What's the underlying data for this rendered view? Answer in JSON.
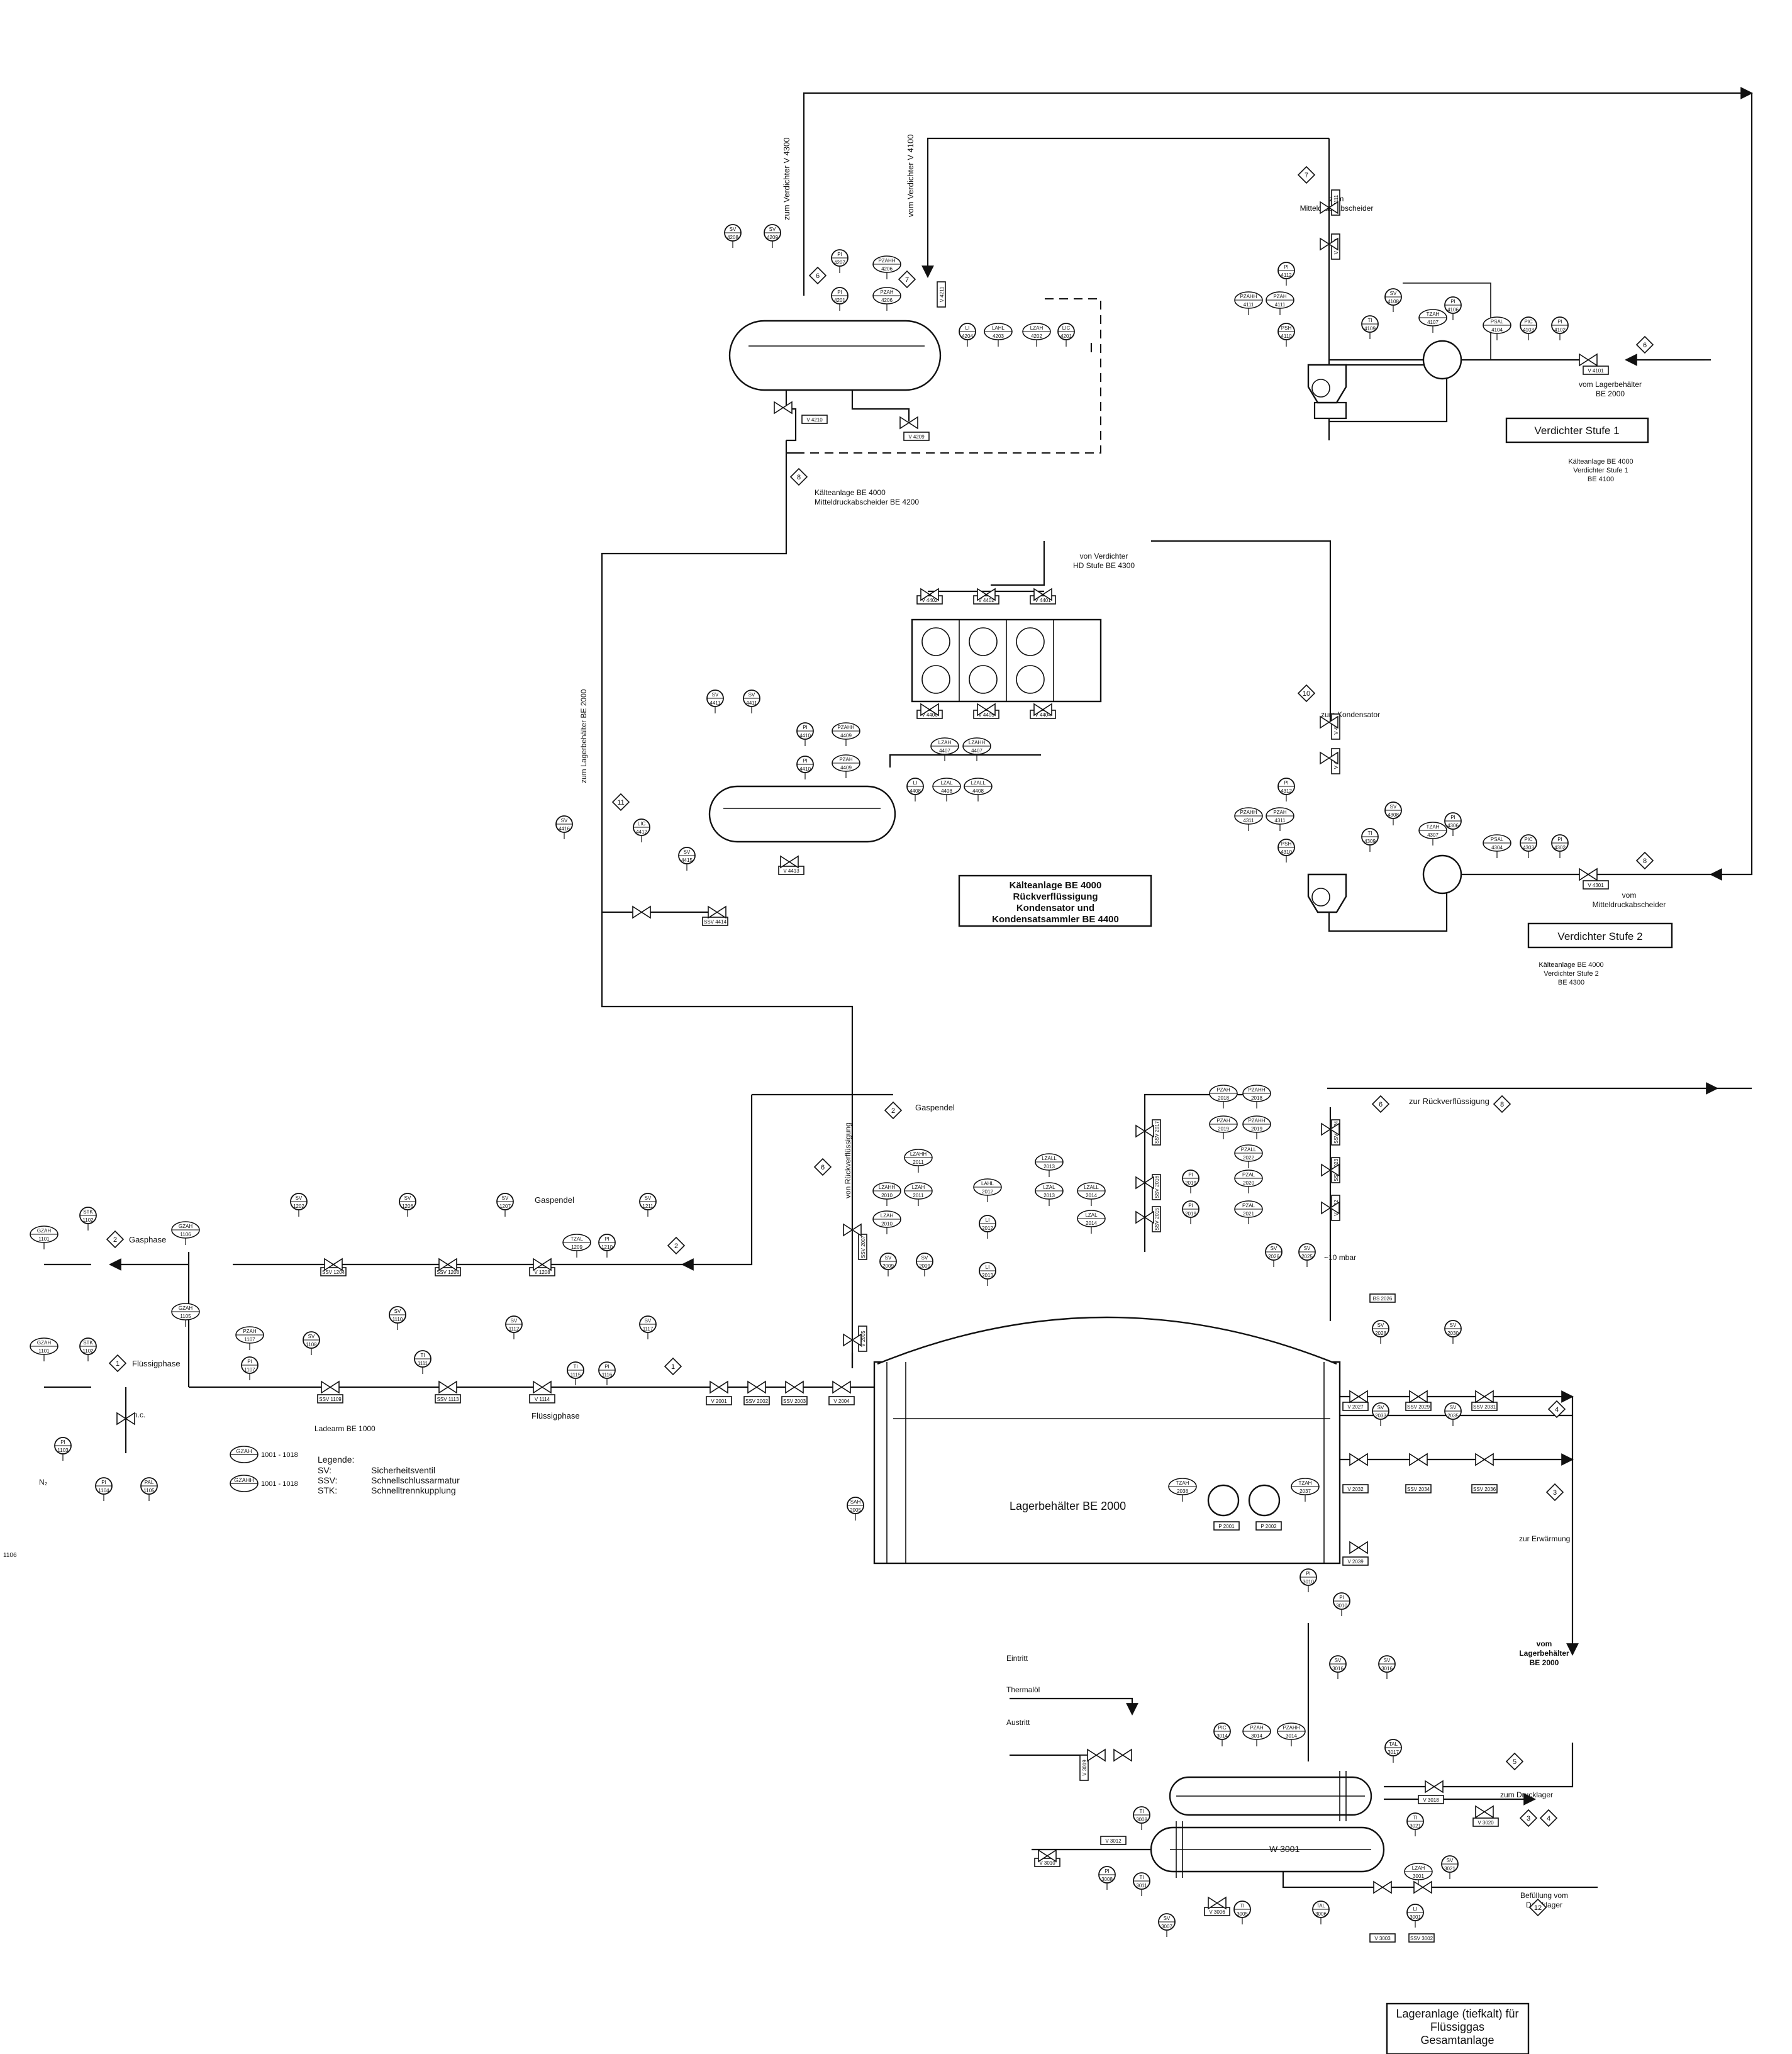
{
  "document": {
    "final_title": "Lageranlage (tiefkalt) für Flüssiggas Gesamtanlage",
    "title_lines": [
      "Lageranlage (tiefkalt) für",
      "Flüssiggas",
      "Gesamtanlage"
    ]
  },
  "legend": {
    "heading": "Legende:",
    "items": [
      {
        "code": "SV:",
        "text": "Sicherheitsventil"
      },
      {
        "code": "SSV:",
        "text": "Schnellschlussarmatur"
      },
      {
        "code": "STK:",
        "text": "Schnelltrennkupplung"
      }
    ],
    "symbol_tags": [
      {
        "tag": "GZAH",
        "range": "1001 - 1018"
      },
      {
        "tag": "GZAHH",
        "range": "1001 - 1018"
      }
    ]
  },
  "sections": {
    "be4000_rueck": [
      "Kälteanlage BE 4000",
      "Rückverflüssigung",
      "Kondensator und",
      "Kondensatsammler BE 4400"
    ],
    "stufe1_box": "Verdichter Stufe 1",
    "stufe1_note": [
      "Kälteanlage BE 4000",
      "Verdichter Stufe 1",
      "BE 4100"
    ],
    "stufe2_box": "Verdichter Stufe 2",
    "stufe2_note": [
      "Kälteanlage BE 4000",
      "Verdichter Stufe 2",
      "BE 4300"
    ],
    "mitteldruck_note": [
      "Kälteanlage BE 4000",
      "Mitteldruckabscheider BE 4200"
    ],
    "ladearm": "Ladearm BE 1000",
    "tank": "Lagerbehälter BE 2000",
    "exchanger": "W 3001"
  },
  "streams": {
    "zum_verdichter_v4300": "zum Verdichter V 4300",
    "vom_verdichter_v4100": "vom Verdichter V 4100",
    "zum_mitteldruck": [
      "zum",
      "Mitteldruckabscheider"
    ],
    "vom_lagerbehaelter": [
      "vom Lagerbehälter",
      "BE 2000"
    ],
    "von_verdichter_hd": [
      "von Verdichter",
      "HD Stufe BE 4300"
    ],
    "zum_kondensator": "zum Kondensator",
    "vom_mitteldruck": [
      "vom",
      "Mitteldruckabscheider"
    ],
    "zum_lagerbehaelter": "zum Lagerbehälter BE 2000",
    "gaspendel": "Gaspendel",
    "zur_rueckverfl": "zur Rückverflüssigung",
    "von_rueckverfl": "von Rückverflüssigung",
    "gasphase": "Gasphase",
    "fluessigphase": "Flüssigphase",
    "minus10": "~10 mbar",
    "zur_erwaermung": "zur Erwärmung",
    "vom_lager_bold": [
      "vom",
      "Lagerbehälter",
      "BE 2000"
    ],
    "eintritt": "Eintritt",
    "thermaloel": "Thermalöl",
    "austritt": "Austritt",
    "zum_drucklager": "zum Drucklager",
    "befuellung": [
      "Befüllung vom",
      "Drucklager"
    ],
    "nc": "n.c.",
    "n2": "N₂",
    "left_stray": "1106"
  },
  "instruments": [
    {
      "t": "SV",
      "n": "4208"
    },
    {
      "t": "SV",
      "n": "4209"
    },
    {
      "t": "PI",
      "n": "4207"
    },
    {
      "t": "PI",
      "n": "4201"
    },
    {
      "t": "PZAHH",
      "n": "4206"
    },
    {
      "t": "PZAH",
      "n": "4206"
    },
    {
      "t": "LI",
      "n": "4204"
    },
    {
      "t": "LAHL",
      "n": "4203"
    },
    {
      "t": "LZAH",
      "n": "4202"
    },
    {
      "t": "LIC",
      "n": "4201"
    },
    {
      "t": "PI",
      "n": "4112"
    },
    {
      "t": "PZAHH",
      "n": "4111"
    },
    {
      "t": "PZAH",
      "n": "4111"
    },
    {
      "t": "PSH",
      "n": "4110"
    },
    {
      "t": "TI",
      "n": "4109"
    },
    {
      "t": "SV",
      "n": "4108"
    },
    {
      "t": "TZAH",
      "n": "4107"
    },
    {
      "t": "PI",
      "n": "4106"
    },
    {
      "t": "PSAL",
      "n": "4104"
    },
    {
      "t": "PIC",
      "n": "4103"
    },
    {
      "t": "PI",
      "n": "4102"
    },
    {
      "t": "SV",
      "n": "4411"
    },
    {
      "t": "SV",
      "n": "4411"
    },
    {
      "t": "PI",
      "n": "4410"
    },
    {
      "t": "PI",
      "n": "4410"
    },
    {
      "t": "PZAHH",
      "n": "4409"
    },
    {
      "t": "PZAH",
      "n": "4409"
    },
    {
      "t": "LZAH",
      "n": "4407"
    },
    {
      "t": "LZAHH",
      "n": "4407"
    },
    {
      "t": "LI",
      "n": "4408"
    },
    {
      "t": "LZAL",
      "n": "4408"
    },
    {
      "t": "LZALL",
      "n": "4408"
    },
    {
      "t": "LIC",
      "n": "4412"
    },
    {
      "t": "SV",
      "n": "4416"
    },
    {
      "t": "SV",
      "n": "4415"
    },
    {
      "t": "PI",
      "n": "4312"
    },
    {
      "t": "PZAHH",
      "n": "4311"
    },
    {
      "t": "PZAH",
      "n": "4311"
    },
    {
      "t": "PSH",
      "n": "4310"
    },
    {
      "t": "TI",
      "n": "4309"
    },
    {
      "t": "SV",
      "n": "4308"
    },
    {
      "t": "TZAH",
      "n": "4307"
    },
    {
      "t": "PI",
      "n": "4306"
    },
    {
      "t": "PSAL",
      "n": "4304"
    },
    {
      "t": "PIC",
      "n": "4303"
    },
    {
      "t": "PI",
      "n": "4302"
    },
    {
      "t": "GZAH",
      "n": "1101"
    },
    {
      "t": "STK",
      "n": "1102"
    },
    {
      "t": "GZAH",
      "n": "1101"
    },
    {
      "t": "STK",
      "n": "1102"
    },
    {
      "t": "GZAH",
      "n": "1106"
    },
    {
      "t": "GZAH",
      "n": "1105"
    },
    {
      "t": "SV",
      "n": "1202"
    },
    {
      "t": "SV",
      "n": "1206"
    },
    {
      "t": "SV",
      "n": "1207"
    },
    {
      "t": "TZAL",
      "n": "1209"
    },
    {
      "t": "PI",
      "n": "1210"
    },
    {
      "t": "SV",
      "n": "1211"
    },
    {
      "t": "PZAH",
      "n": "1107"
    },
    {
      "t": "PI",
      "n": "1107"
    },
    {
      "t": "SV",
      "n": "1108"
    },
    {
      "t": "SV",
      "n": "1110"
    },
    {
      "t": "TI",
      "n": "1111"
    },
    {
      "t": "SV",
      "n": "1112"
    },
    {
      "t": "TI",
      "n": "1115"
    },
    {
      "t": "PI",
      "n": "1116"
    },
    {
      "t": "SV",
      "n": "1117"
    },
    {
      "t": "PI",
      "n": "1103"
    },
    {
      "t": "PI",
      "n": "1104"
    },
    {
      "t": "PAL",
      "n": "1105"
    },
    {
      "t": "LZAHH",
      "n": "2011"
    },
    {
      "t": "LZAHH",
      "n": "2010"
    },
    {
      "t": "LZAH",
      "n": "2011"
    },
    {
      "t": "LZAH",
      "n": "2010"
    },
    {
      "t": "LAHL",
      "n": "2012"
    },
    {
      "t": "LI",
      "n": "2012"
    },
    {
      "t": "LI",
      "n": "2013"
    },
    {
      "t": "LZALL",
      "n": "2013"
    },
    {
      "t": "LZAL",
      "n": "2013"
    },
    {
      "t": "LZALL",
      "n": "2014"
    },
    {
      "t": "LZAL",
      "n": "2014"
    },
    {
      "t": "SV",
      "n": "2009"
    },
    {
      "t": "SV",
      "n": "2009"
    },
    {
      "t": "PZAH",
      "n": "2018"
    },
    {
      "t": "PZAHH",
      "n": "2018"
    },
    {
      "t": "PZAH",
      "n": "2019"
    },
    {
      "t": "PZAHH",
      "n": "2019"
    },
    {
      "t": "PZALL",
      "n": "2022"
    },
    {
      "t": "PZAL",
      "n": "2020"
    },
    {
      "t": "PZAL",
      "n": "2021"
    },
    {
      "t": "PI",
      "n": "2019"
    },
    {
      "t": "PI",
      "n": "2019"
    },
    {
      "t": "SV",
      "n": "2026"
    },
    {
      "t": "SV",
      "n": "2025"
    },
    {
      "t": "SV",
      "n": "2028"
    },
    {
      "t": "SV",
      "n": "2030"
    },
    {
      "t": "SV",
      "n": "2033"
    },
    {
      "t": "SV",
      "n": "2035"
    },
    {
      "t": "TZAH",
      "n": "2038"
    },
    {
      "t": "TZAH",
      "n": "2037"
    },
    {
      "t": "SAH",
      "n": "2005"
    },
    {
      "t": "PI",
      "n": "3010"
    },
    {
      "t": "PI",
      "n": "3010"
    },
    {
      "t": "SV",
      "n": "3016"
    },
    {
      "t": "SV",
      "n": "3016"
    },
    {
      "t": "PIC",
      "n": "3014"
    },
    {
      "t": "PZAH",
      "n": "3014"
    },
    {
      "t": "PZAHH",
      "n": "3014"
    },
    {
      "t": "TAL",
      "n": "3017"
    },
    {
      "t": "TI",
      "n": "3021"
    },
    {
      "t": "SV",
      "n": "3021"
    },
    {
      "t": "PI",
      "n": "3008"
    },
    {
      "t": "TI",
      "n": "3008"
    },
    {
      "t": "TI",
      "n": "3011"
    },
    {
      "t": "SV",
      "n": "3007"
    },
    {
      "t": "TI",
      "n": "3005"
    },
    {
      "t": "TAL",
      "n": "3006"
    },
    {
      "t": "LI",
      "n": "3001"
    },
    {
      "t": "LZAH",
      "n": "3001"
    }
  ],
  "valve_tags": [
    "V 4210",
    "V 4209",
    "V 4211",
    "V 4111",
    "V 4110",
    "V 4101",
    "V 4402",
    "V 4402",
    "V 4401",
    "V 4406",
    "V 4405",
    "V 4404",
    "V 4413",
    "SSV 4414",
    "V 4312",
    "V 4311",
    "V 4301",
    "SSV 1204",
    "SSV 1208",
    "V 1208",
    "SSV 1109",
    "SSV 1113",
    "V 1114",
    "V 2001",
    "SSV 2002",
    "SSV 2003",
    "V 2004",
    "V 2005",
    "SSV 2007",
    "SSV 2017",
    "SSV 2016",
    "SSV 2015",
    "SSV 2024",
    "SSV 2023",
    "V 2022",
    "BS 2026",
    "V 2027",
    "SSV 2029",
    "SSV 2031",
    "V 2032",
    "SSV 2034",
    "SSV 2036",
    "V 2039",
    "P 2001",
    "P 2002",
    "V 3019",
    "V 3012",
    "V 3010",
    "V 3006",
    "V 3018",
    "V 3020",
    "V 3003",
    "SSV 3002"
  ],
  "diamonds": [
    "7",
    "6",
    "7",
    "8",
    "6",
    "10",
    "8",
    "11",
    "2",
    "2",
    "1",
    "1",
    "6",
    "2",
    "6",
    "8",
    "4",
    "3",
    "5",
    "3",
    "4",
    "12"
  ]
}
